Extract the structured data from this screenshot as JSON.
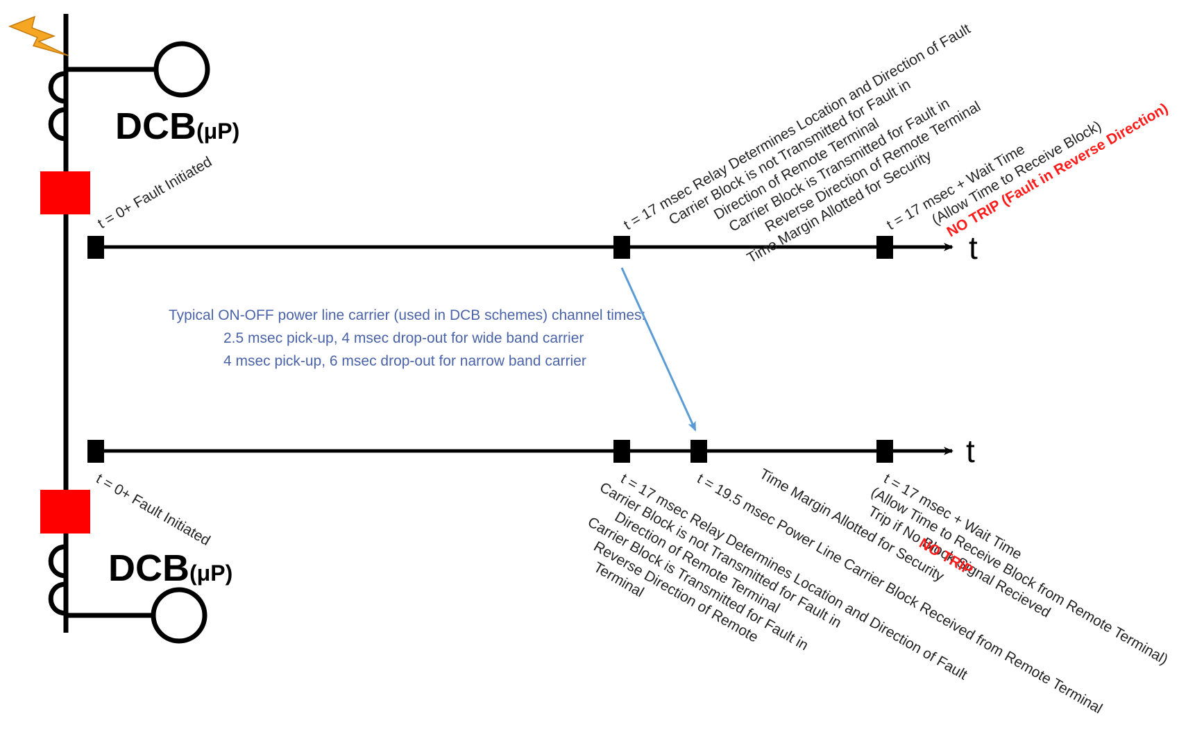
{
  "colors": {
    "line": "#000000",
    "breaker": "#ff0000",
    "arrow": "#5b9bd5",
    "note_text": "#4a63a8",
    "warning_text": "#ff1a1a",
    "lightning": "#f5a623"
  },
  "icons": {
    "fault": "lightning-bolt-icon"
  },
  "relays": {
    "top": {
      "label": "DCB",
      "sub": "(μP)"
    },
    "bottom": {
      "label": "DCB",
      "sub": "(μP)"
    }
  },
  "top_axis": {
    "axis_label": "t",
    "fault_initiated": "t = 0+ Fault Initiated",
    "relay_lines": [
      "t = 17 msec Relay Determines Location and Direction of Fault",
      "Carrier Block is not Transmitted for Fault in",
      "Direction of Remote Terminal",
      "Carrier Block is Transmitted for Fault in",
      "Reverse Direction of Remote Terminal",
      "Time Margin Allotted for Security"
    ],
    "wait_lines": [
      "t = 17 msec + Wait Time",
      "(Allow Time to Receive Block)"
    ],
    "no_trip": "NO TRIP (Fault in Reverse Direction)"
  },
  "bottom_axis": {
    "axis_label": "t",
    "fault_initiated": "t = 0+ Fault Initiated",
    "relay_lines": [
      "t = 17 msec Relay Determines Location and Direction of Fault",
      "Carrier Block is not Transmitted for Fault in",
      "Direction of Remote Terminal",
      "Carrier Block is Transmitted for Fault in",
      "Reverse Direction of Remote",
      "Terminal"
    ],
    "carrier_received": "t = 19.5 msec Power Line Carrier Block Received from Remote Terminal",
    "time_margin": "Time Margin Allotted for Security",
    "no_trip": "NO TRIP",
    "wait_lines": [
      "t = 17 msec + Wait Time",
      "(Allow Time to Receive Block from Remote Terminal)",
      "Trip if No Block Signal Recieved"
    ]
  },
  "channel_note": [
    "Typical ON-OFF power line carrier (used in DCB schemes) channel times:",
    "2.5 msec pick-up, 4 msec drop-out for wide band carrier",
    "4 msec pick-up, 6 msec drop-out for narrow band carrier"
  ]
}
